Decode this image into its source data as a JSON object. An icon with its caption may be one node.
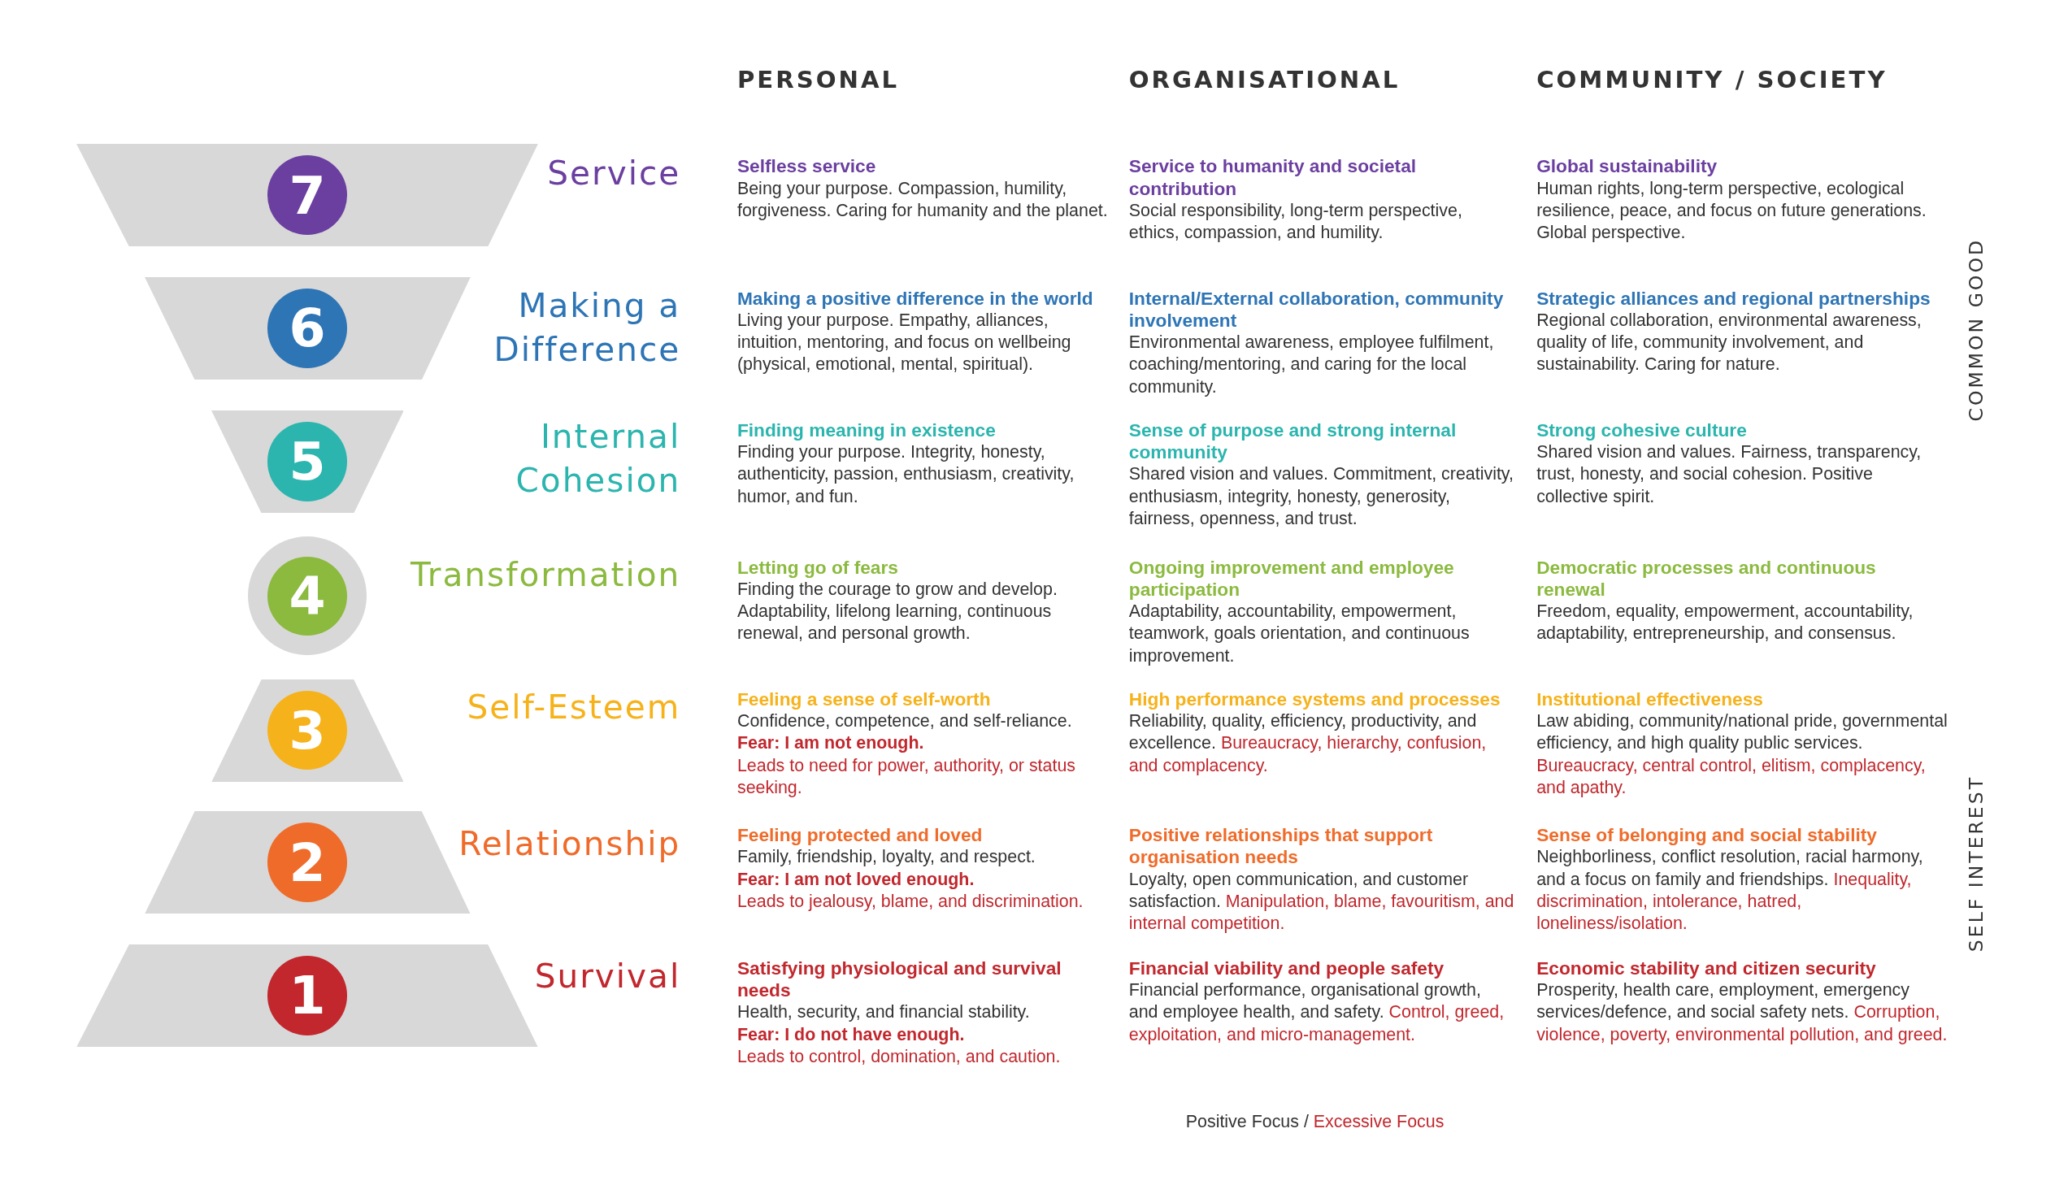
{
  "diagram": {
    "nodes": [
      {
        "text": [
          "7"
        ]
      },
      {
        "text": [
          "6"
        ]
      },
      {
        "text": [
          "5"
        ]
      },
      {
        "text": [
          "4"
        ]
      },
      {
        "text": [
          "3"
        ]
      },
      {
        "text": [
          "2"
        ]
      },
      {
        "text": [
          "1"
        ]
      }
    ],
    "labels": [
      "PERSONAL",
      "ORGANISATIONAL",
      "COMMUNITY / SOCIETY",
      "Selfless service",
      "Being your purpose. Compassion, humility, forgiveness. Caring for humanity and the planet.",
      "Service to humanity and societal contribution",
      "Social responsibility, long-term perspective, ethics, compassion, and humility.",
      "Global sustainability",
      "Human rights, long-term perspective, ecological resilience, peace, and focus on future generations. Global perspective.",
      "Making a positive difference in the world",
      "Living your purpose. Empathy, alliances, intuition, mentoring, and focus on wellbeing (physical, emotional, mental, spiritual).",
      "Internal/External collaboration, community involvement",
      "Environmental awareness, employee fulfilment, coaching/mentoring, and caring for the local community.",
      "Strategic alliances and regional partnerships",
      "Regional collaboration, environmental awareness, quality of life, community involvement, and sustainability. Caring for nature.",
      "Finding meaning in existence",
      "Finding your purpose. Integrity, honesty, authenticity, passion, enthusiasm, creativity, humor, and fun.",
      "Sense of purpose and strong internal community",
      "Shared vision and values. Commitment, creativity, enthusiasm, integrity, honesty, generosity, fairness, openness, and trust.",
      "Strong cohesive culture",
      "Shared vision and values. Fairness, transparency, trust, honesty, and social cohesion. Positive collective spirit.",
      "Letting go of fears",
      "Finding the courage to grow and develop. Adaptability, lifelong learning, continuous renewal, and personal growth.",
      "Ongoing improvement and employee participation",
      "Adaptability, accountability, empowerment, teamwork, goals orientation, and continuous improvement.",
      "Democratic processes and continuous renewal",
      "Freedom, equality, empowerment, accountability, adaptability, entrepreneurship, and consensus.",
      "Feeling a sense of self-worth",
      "Confidence, competence, and self-reliance.",
      "Fear: I am not enough.",
      "Leads to need for power, authority, or status seeking.",
      "High performance systems and processes",
      "Reliability, quality, efficiency, productivity, and excellence.",
      "Bureaucracy, hierarchy, confusion, and complacency.",
      "Institutional effectiveness",
      "Law abiding, community/national pride, governmental efficiency, and high quality public services.",
      "Bureaucracy, central control, elitism, complacency, and apathy.",
      "Feeling protected and loved",
      "Family, friendship, loyalty, and respect.",
      "Fear: I am not loved enough.",
      "Leads to jealousy, blame, and discrimination.",
      "Positive relationships that support organisation needs",
      "Loyalty, open communication, and customer satisfaction.",
      "Manipulation, blame, favouritism, and internal competition.",
      "Sense of belonging and social stability",
      "Neighborliness, conflict resolution, racial harmony, and a focus on family and friendships.",
      "Inequality, discrimination, intolerance, hatred, loneliness/isolation.",
      "Satisfying physiological and survival needs",
      "Health, security, and financial stability.",
      "Fear: I do not have enough.",
      "Leads to control, domination, and caution.",
      "Financial viability and people safety",
      "Financial performance, organisational growth, and employee health, and safety.",
      "Control, greed, exploitation, and micro-management.",
      "Economic stability and citizen security",
      "Prosperity, health care, employment, emergency services/defence, and social safety nets.",
      "Corruption, violence, poverty, environmental pollution, and greed.",
      "COMMON GOOD",
      "SELF INTEREST",
      "Positive Focus /",
      "Excessive Focus",
      "Service",
      "Making a Difference",
      "Internal Cohesion",
      "Transformation",
      "Self-Esteem",
      "Relationship",
      "Survival"
    ]
  }
}
